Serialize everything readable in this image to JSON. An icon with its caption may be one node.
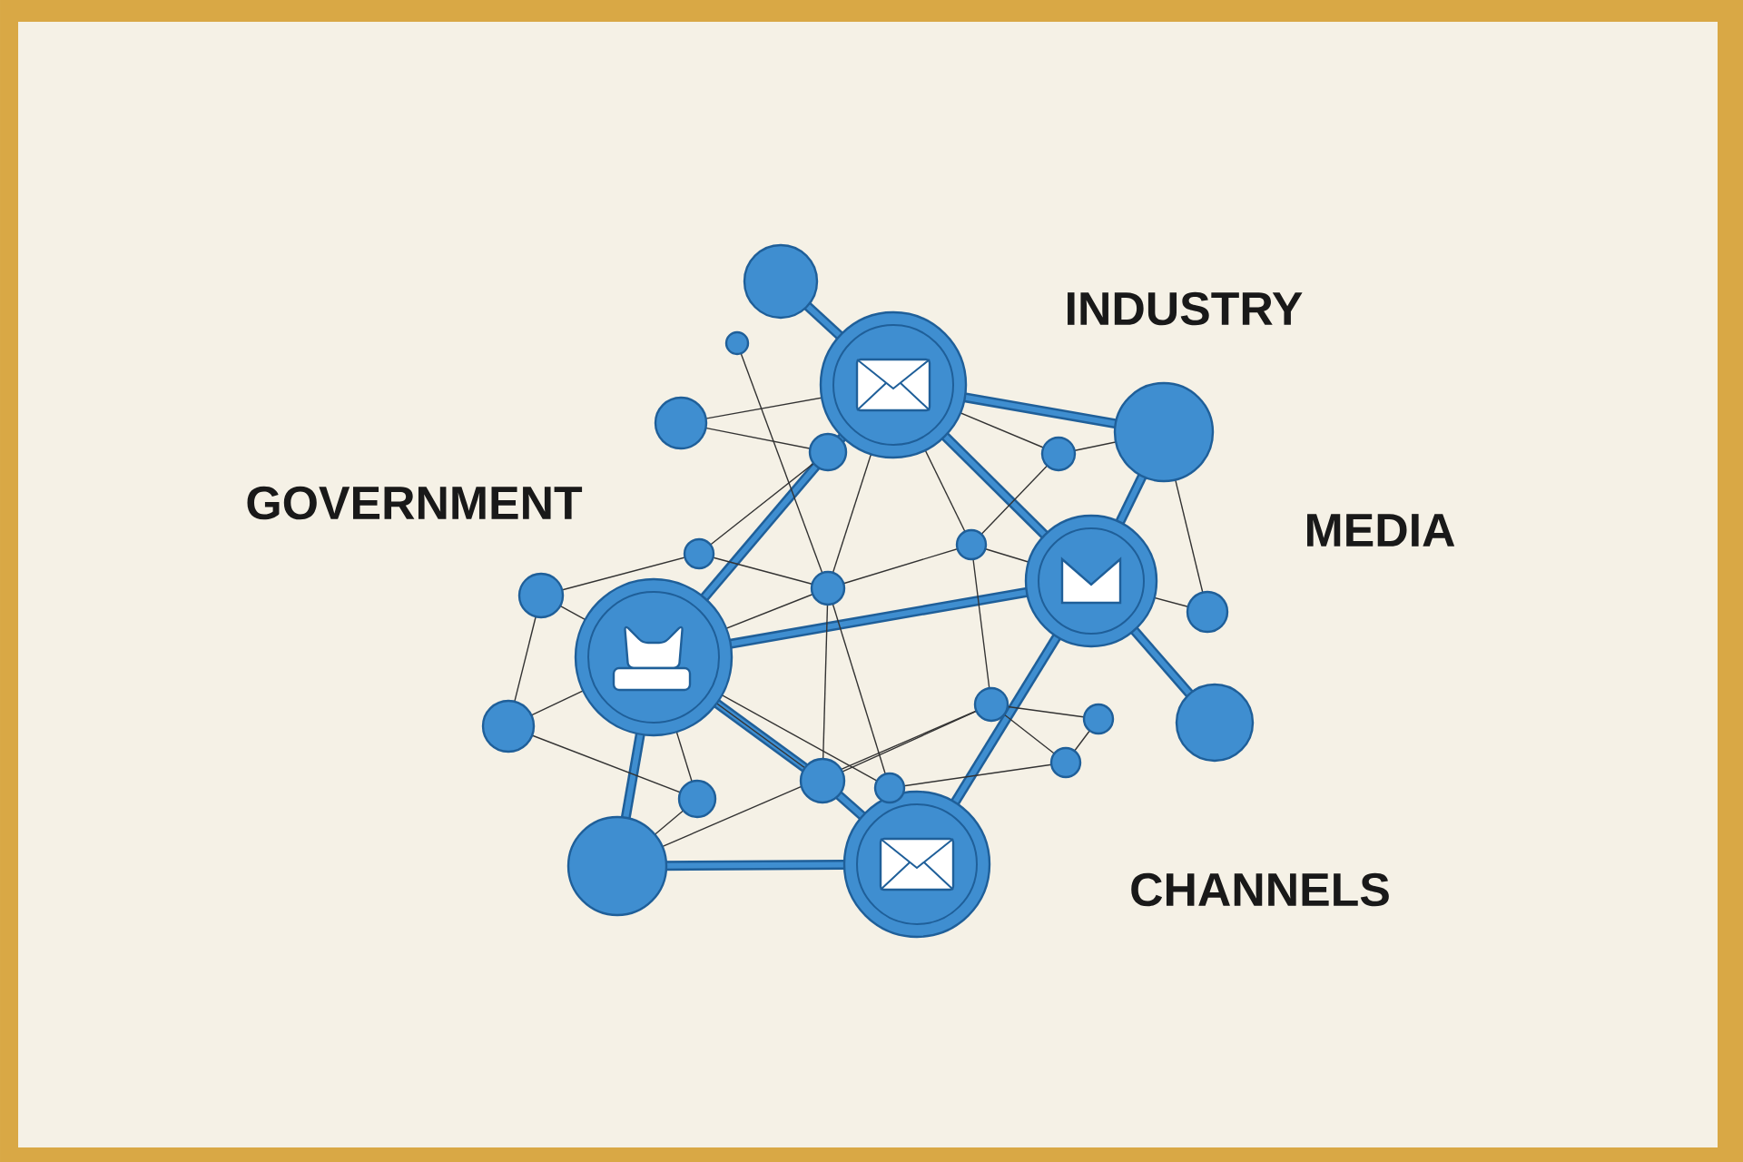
{
  "diagram": {
    "labels": [
      "INDUSTRY",
      "GOVERNMENT",
      "MEDIA",
      "CHANNELS"
    ]
  }
}
